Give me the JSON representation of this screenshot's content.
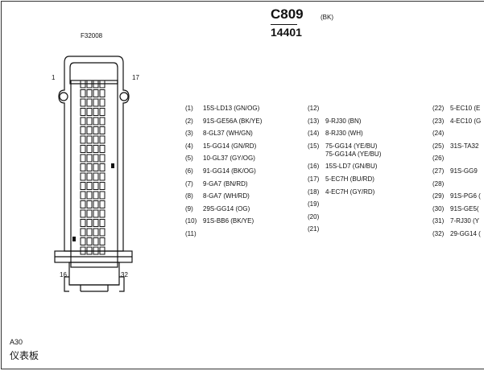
{
  "connector": {
    "title": "C809",
    "color_code": "(BK)",
    "part_number": "14401",
    "id": "F32008",
    "pin_label_1": "1",
    "pin_label_17": "17",
    "pin_label_16": "16",
    "pin_label_32": "32"
  },
  "location": {
    "code": "A30",
    "name": "仪表板"
  },
  "pins": [
    {
      "num": "(1)",
      "wires": [
        "15S-LD13 (GN/OG)"
      ]
    },
    {
      "num": "(2)",
      "wires": [
        "91S-GE56A (BK/YE)"
      ]
    },
    {
      "num": "(3)",
      "wires": [
        "8-GL37 (WH/GN)"
      ]
    },
    {
      "num": "(4)",
      "wires": [
        "15-GG14 (GN/RD)"
      ]
    },
    {
      "num": "(5)",
      "wires": [
        "10-GL37 (GY/OG)"
      ]
    },
    {
      "num": "(6)",
      "wires": [
        "91-GG14 (BK/OG)"
      ]
    },
    {
      "num": "(7)",
      "wires": [
        "9-GA7 (BN/RD)"
      ]
    },
    {
      "num": "(8)",
      "wires": [
        "8-GA7 (WH/RD)"
      ]
    },
    {
      "num": "(9)",
      "wires": [
        "29S-GG14 (OG)"
      ]
    },
    {
      "num": "(10)",
      "wires": [
        "91S-BB6 (BK/YE)"
      ]
    },
    {
      "num": "(11)",
      "wires": []
    },
    {
      "num": "(12)",
      "wires": []
    },
    {
      "num": "(13)",
      "wires": [
        "9-RJ30 (BN)"
      ]
    },
    {
      "num": "(14)",
      "wires": [
        "8-RJ30 (WH)"
      ]
    },
    {
      "num": "(15)",
      "wires": [
        "75-GG14 (YE/BU)",
        "75-GG14A (YE/BU)"
      ]
    },
    {
      "num": "(16)",
      "wires": [
        "15S-LD7 (GN/BU)"
      ]
    },
    {
      "num": "(17)",
      "wires": [
        "5-EC7H (BU/RD)"
      ]
    },
    {
      "num": "(18)",
      "wires": [
        "4-EC7H (GY/RD)"
      ]
    },
    {
      "num": "(19)",
      "wires": []
    },
    {
      "num": "(20)",
      "wires": []
    },
    {
      "num": "(21)",
      "wires": []
    },
    {
      "num": "(22)",
      "wires": [
        "5-EC10 (E"
      ]
    },
    {
      "num": "(23)",
      "wires": [
        "4-EC10 (G"
      ]
    },
    {
      "num": "(24)",
      "wires": []
    },
    {
      "num": "(25)",
      "wires": [
        "31S-TA32"
      ]
    },
    {
      "num": "(26)",
      "wires": []
    },
    {
      "num": "(27)",
      "wires": [
        "91S-GG9"
      ]
    },
    {
      "num": "(28)",
      "wires": []
    },
    {
      "num": "(29)",
      "wires": [
        "91S-PG6 ("
      ]
    },
    {
      "num": "(30)",
      "wires": [
        "91S-GE5("
      ]
    },
    {
      "num": "(31)",
      "wires": [
        "7-RJ30 (Y"
      ]
    },
    {
      "num": "(32)",
      "wires": [
        "29-GG14 ("
      ]
    }
  ]
}
